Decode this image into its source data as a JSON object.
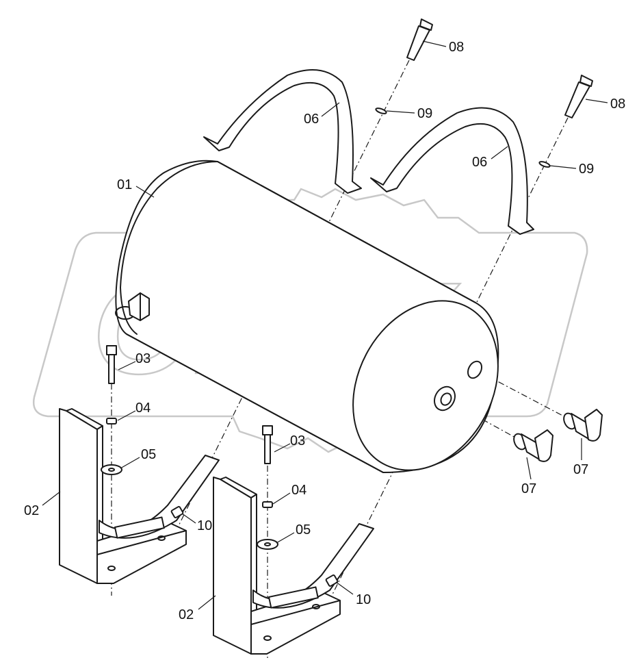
{
  "watermark": {
    "brand_text": "OPEX",
    "color": "#c8c8c8"
  },
  "callouts": {
    "receiver": "01",
    "bracket_left": "02",
    "bracket_right": "02",
    "bolt_left": "03",
    "bolt_right": "03",
    "nut_left": "04",
    "nut_right": "04",
    "washer_left": "05",
    "washer_right": "05",
    "strap_left": "06",
    "strap_right": "06",
    "elbow_inner": "07",
    "elbow_outer": "07",
    "long_bolt_left": "08",
    "long_bolt_right": "08",
    "spacer_left": "09",
    "spacer_right": "09",
    "stud_left": "10",
    "stud_right": "10"
  },
  "colors": {
    "line": "#1a1a1a",
    "background": "#ffffff"
  }
}
